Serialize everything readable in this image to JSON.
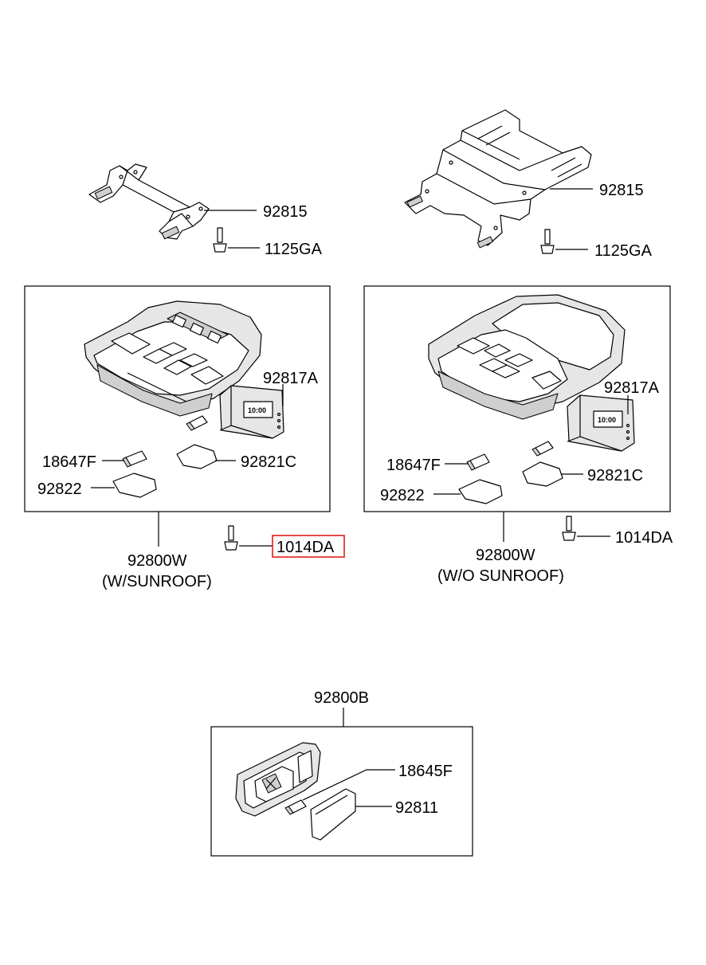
{
  "callouts": {
    "bracket_left": "92815",
    "screw_left": "1125GA",
    "bracket_right": "92815",
    "screw_right": "1125GA",
    "clock_left": "92817A",
    "bulb_left": "18647F",
    "lens_small_left": "92821C",
    "lens_left": "92822",
    "screw_1014_left": "1014DA",
    "assy_sunroof": "92800W",
    "assy_sunroof_note": "(W/SUNROOF)",
    "clock_right": "92817A",
    "bulb_right": "18647F",
    "lens_small_right": "92821C",
    "lens_right": "92822",
    "screw_1014_right": "1014DA",
    "assy_no_sunroof": "92800W",
    "assy_no_sunroof_note": "(W/O SUNROOF)",
    "assy_room_lamp": "92800B",
    "bulb_room": "18645F",
    "lens_room": "92811"
  },
  "clock_display_left": "10:00",
  "clock_display_right": "10:00",
  "highlight_color": "#e0201b"
}
